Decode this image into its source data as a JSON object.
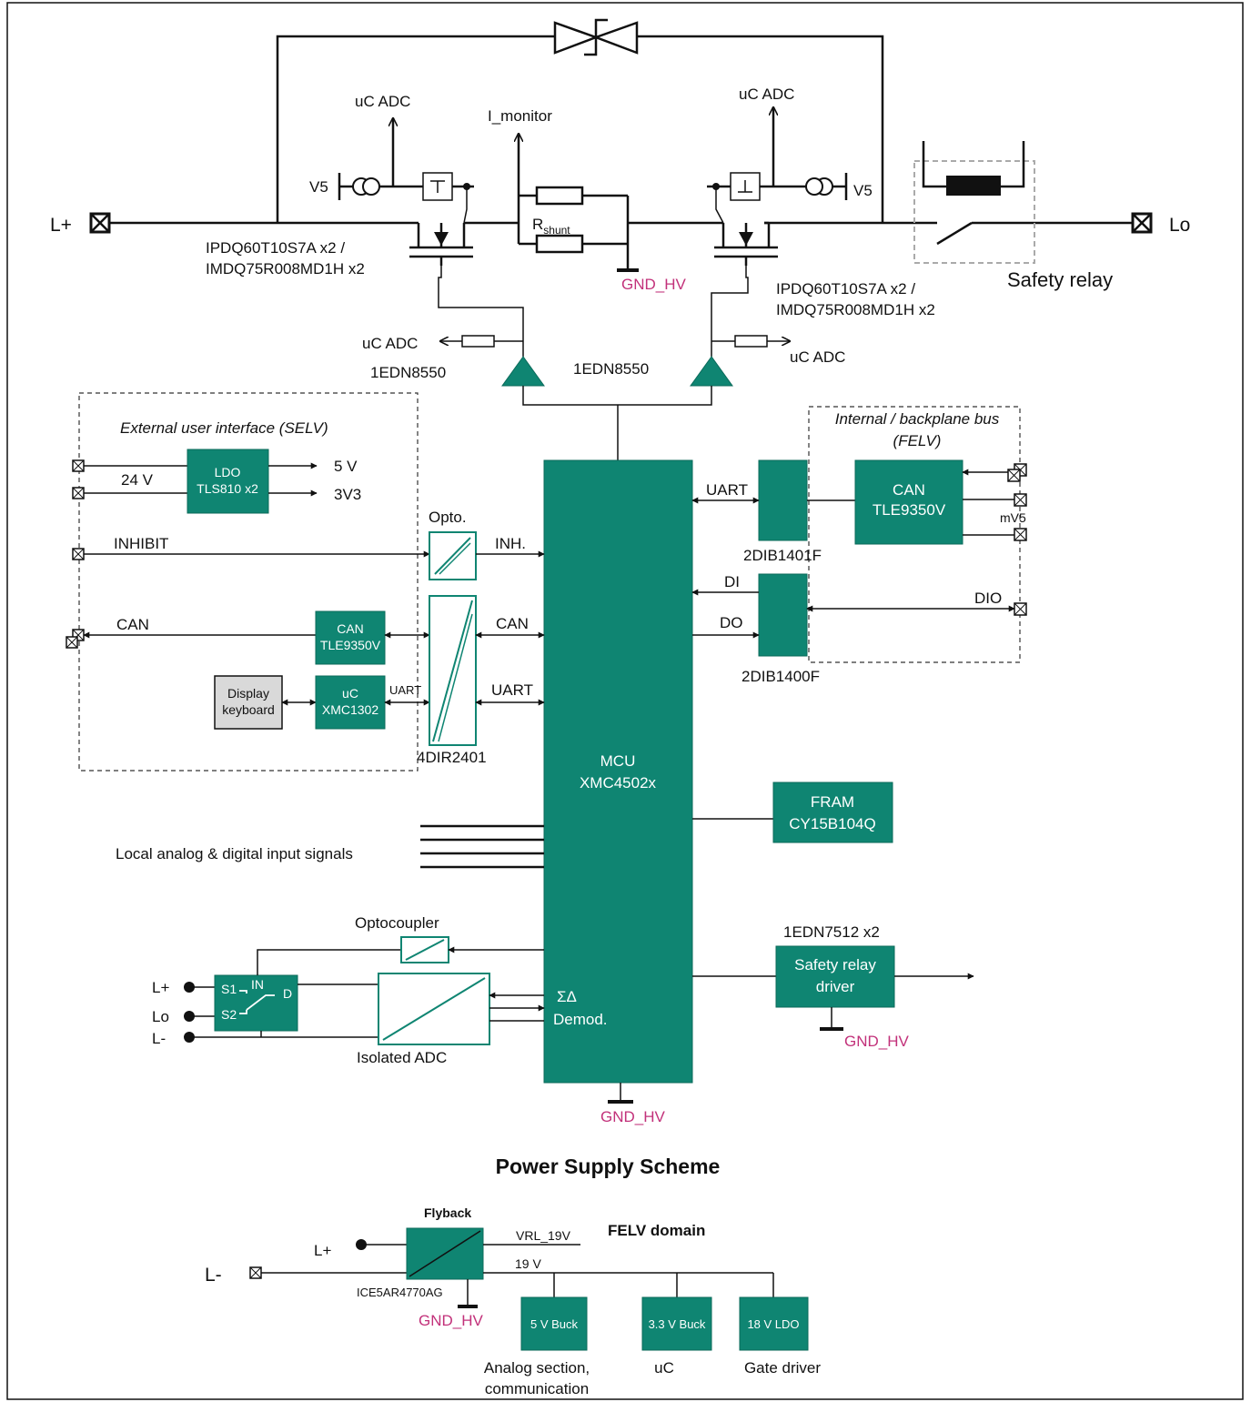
{
  "top": {
    "l_plus": "L+",
    "lo": "Lo",
    "uc_adc": "uC ADC",
    "v5": "V5",
    "i_monitor": "I_monitor",
    "r_shunt_main": "R",
    "r_shunt_sub": "shunt",
    "gnd_hv": "GND_HV",
    "mosfet_left_1": "IPDQ60T10S7A x2 /",
    "mosfet_left_2": "IMDQ75R008MD1H x2",
    "mosfet_right_1": "IPDQ60T10S7A x2 /",
    "mosfet_right_2": "IMDQ75R008MD1H x2",
    "safety_relay": "Safety relay",
    "driver_left": "1EDN8550",
    "driver_mid": "1EDN8550"
  },
  "selv": {
    "title": "External user interface (SELV)",
    "v24": "24 V",
    "ldo_1": "LDO",
    "ldo_2": "TLS810 x2",
    "out_5v": "5 V",
    "out_3v3": "3V3",
    "inhibit": "INHIBIT",
    "can": "CAN",
    "can_chip_1": "CAN",
    "can_chip_2": "TLE9350V",
    "display_1": "Display",
    "display_2": "keyboard",
    "uc_1": "uC",
    "uc_2": "XMC1302",
    "uart_small": "UART"
  },
  "iso": {
    "opto": "Opto.",
    "inh": "INH.",
    "can": "CAN",
    "uart": "UART",
    "dir_label": "4DIR2401"
  },
  "mcu": {
    "name_1": "MCU",
    "name_2": "XMC4502x",
    "sd_1": "ΣΔ",
    "sd_2": "Demod."
  },
  "felv_bus": {
    "title_1": "Internal / backplane bus",
    "title_2": "(FELV)",
    "uart": "UART",
    "di": "DI",
    "do": "DO",
    "dib1401": "2DIB1401F",
    "dib1400": "2DIB1400F",
    "can_1": "CAN",
    "can_2": "TLE9350V",
    "mv5": "mV5",
    "dio": "DIO"
  },
  "fram": {
    "name_1": "FRAM",
    "name_2": "CY15B104Q"
  },
  "local_inputs": "Local analog & digital input signals",
  "sensing": {
    "optocoupler": "Optocoupler",
    "l_plus": "L+",
    "lo": "Lo",
    "l_minus": "L-",
    "s1": "S1",
    "s2": "S2",
    "in": "IN",
    "d": "D",
    "isolated_adc": "Isolated ADC"
  },
  "relay_driver": {
    "part": "1EDN7512 x2",
    "name_1": "Safety relay",
    "name_2": "driver"
  },
  "power": {
    "title": "Power Supply Scheme",
    "flyback": "Flyback",
    "felv_domain": "FELV domain",
    "vrl": "VRL_19V",
    "v19": "19 V",
    "l_plus": "L+",
    "l_minus": "L-",
    "ice": "ICE5AR4770AG",
    "buck5": "5 V Buck",
    "buck33": "3.3 V Buck",
    "ldo18": "18 V LDO",
    "analog_1": "Analog section,",
    "analog_2": "communication",
    "uc": "uC",
    "gate": "Gate driver"
  }
}
